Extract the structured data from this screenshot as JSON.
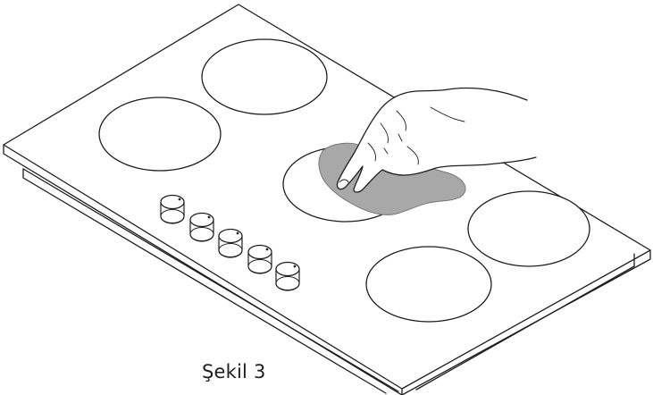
{
  "figure": {
    "caption": "Şekil 3"
  },
  "illustration": {
    "cooking_zones": 5,
    "control_knobs": 5,
    "action": "cleaning-hand-with-cloth"
  }
}
